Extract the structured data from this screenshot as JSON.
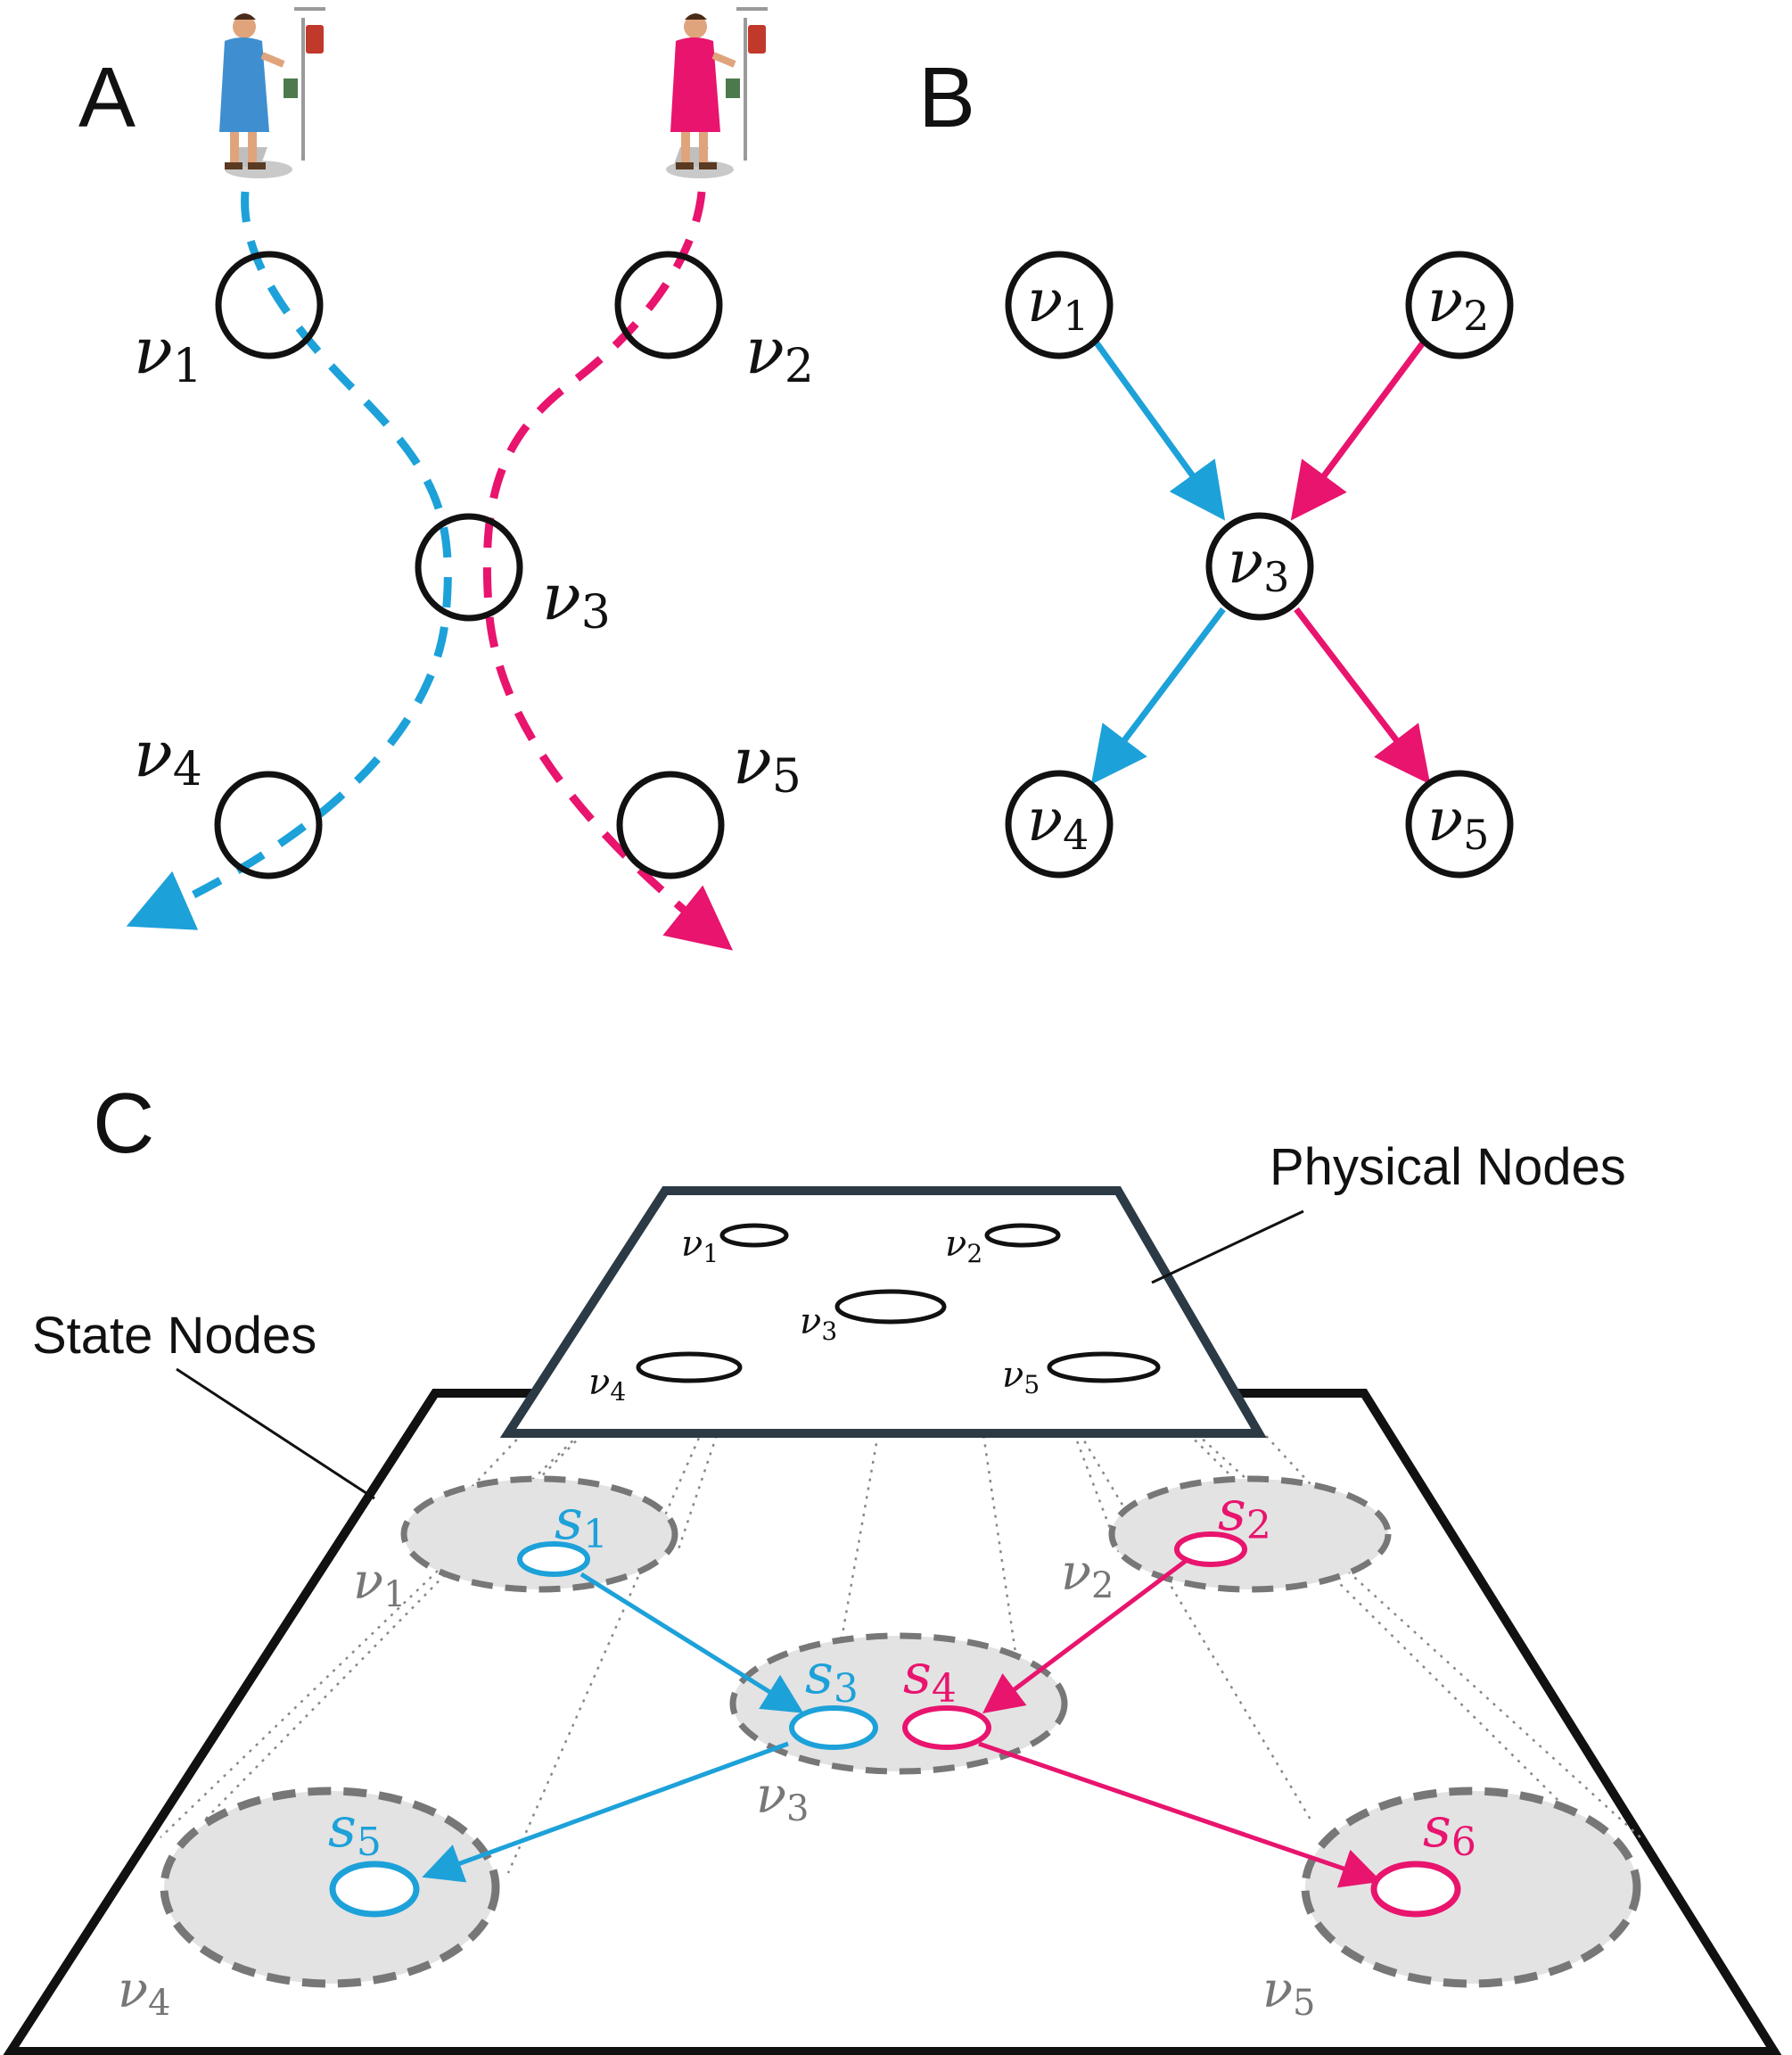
{
  "colors": {
    "blue": "#1da1d9",
    "pink": "#e8146e",
    "black": "#111111",
    "gray": "#777777",
    "fill_gray": "#e3e3e3",
    "dark_frame": "#2b3a44"
  },
  "panels": {
    "a": "A",
    "b": "B",
    "c": "C"
  },
  "nodes": {
    "v": "ν",
    "s": "s",
    "sub": {
      "1": "1",
      "2": "2",
      "3": "3",
      "4": "4",
      "5": "5",
      "6": "6"
    }
  },
  "labels": {
    "physical": "Physical Nodes",
    "state": "State Nodes"
  },
  "icons": [
    "patient-blue-gown-icon",
    "patient-pink-gown-icon"
  ]
}
